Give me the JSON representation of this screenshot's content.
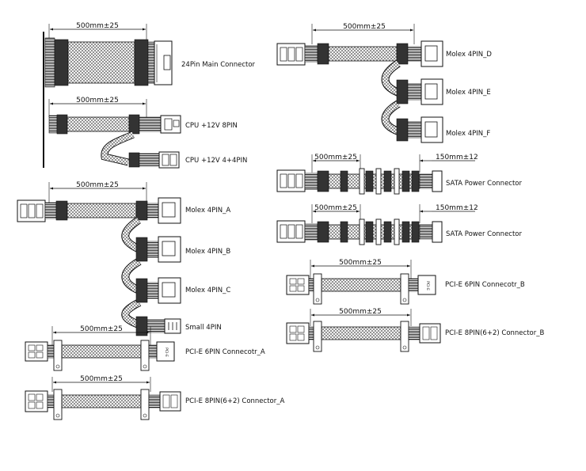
{
  "dimensions": {
    "main_24pin": "500mm±25",
    "cpu": "500mm±25",
    "molex_left": "500mm±25",
    "pcie_6pin_a": "500mm±25",
    "pcie_8pin_a": "500mm±25",
    "molex_right": "500mm±25",
    "sata_1_first": "500mm±25",
    "sata_1_second": "150mm±12",
    "sata_2_first": "500mm±25",
    "sata_2_second": "150mm±12",
    "pcie_6pin_b": "500mm±25",
    "pcie_8pin_b": "500mm±25"
  },
  "labels": {
    "main_24pin": "24Pin Main Connector",
    "cpu_8pin": "CPU +12V 8PIN",
    "cpu_4p4": "CPU +12V 4+4PIN",
    "molex_a": "Molex 4PIN_A",
    "molex_b": "Molex 4PIN_B",
    "molex_c": "Molex 4PIN_C",
    "small_4pin": "Small 4PIN",
    "pcie_6pin_a": "PCI-E 6PIN Connecotr_A",
    "pcie_8pin_a": "PCI-E 8PIN(6+2) Connector_A",
    "molex_d": "Molex 4PIN_D",
    "molex_e": "Molex 4PIN_E",
    "molex_f": "Molex 4PIN_F",
    "sata_1": "SATA Power Connector",
    "sata_2": "SATA Power Connector",
    "pcie_6pin_b": "PCI-E 6PIN Connecotr_B",
    "pcie_8pin_b": "PCI-E 8PIN(6+2) Connector_B"
  },
  "marks": {
    "pcie_housing": "PCI-E"
  }
}
